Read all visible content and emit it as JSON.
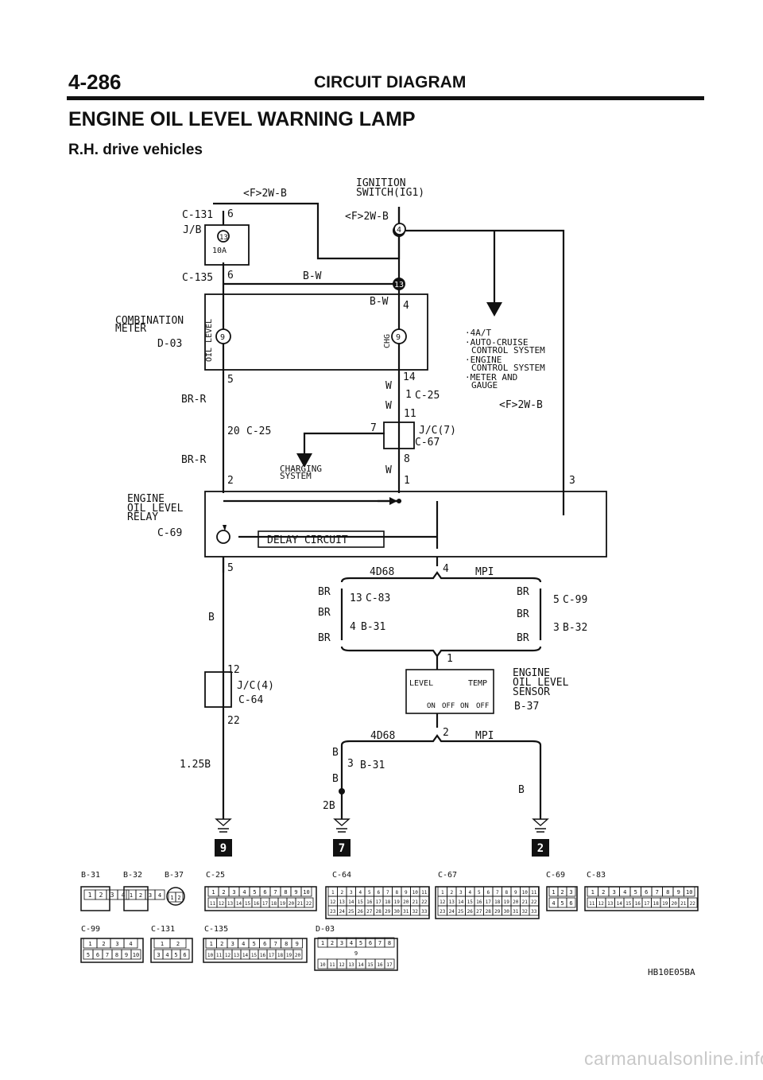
{
  "header": {
    "page_number": "4-286",
    "section": "CIRCUIT DIAGRAM",
    "title": "ENGINE OIL LEVEL WARNING LAMP",
    "subtitle": "R.H. drive vehicles"
  },
  "labels": {
    "f2wb_top": "<F>2W-B",
    "ignition_1": "IGNITION",
    "ignition_2": "SWITCH(IG1)",
    "c131": "C-131",
    "pin6_top": "6",
    "jb": "J/B",
    "fuse_num": "13",
    "fuse_amp": "10A",
    "f2wb_ign": "<F>2W-B",
    "ign_pin": "4",
    "c135": "C-135",
    "pin6_b": "6",
    "bw1": "B-W",
    "bw_junction": "13",
    "bw2": "B-W",
    "pin4": "4",
    "cm_1": "COMBINATION",
    "cm_2": "METER",
    "d03": "D-03",
    "oil_level": "OIL LEVEL",
    "chg": "CHG",
    "lamp9_l": "9",
    "lamp9_r": "9",
    "list_1": "·4A/T",
    "list_2": "·AUTO-CRUISE",
    "list_3": "CONTROL SYSTEM",
    "list_4": "·ENGINE",
    "list_5": "CONTROL SYSTEM",
    "list_6": "·METER AND",
    "list_7": "GAUGE",
    "pin5": "5",
    "pin14": "14",
    "w1": "W",
    "brr1": "BR-R",
    "pin1": "1",
    "c25a": "C-25",
    "f2wb_right": "<F>2W-B",
    "w2": "W",
    "pin11": "11",
    "pin7": "7",
    "jc7": "J/C(7)",
    "pin20": "20",
    "c25b": "C-25",
    "c67": "C-67",
    "brr2": "BR-R",
    "charging_1": "CHARGING",
    "charging_2": "SYSTEM",
    "pin8": "8",
    "w3": "W",
    "pin2": "2",
    "pin1b": "1",
    "pin3": "3",
    "relay_1": "ENGINE",
    "relay_2": "OIL LEVEL",
    "relay_3": "RELAY",
    "c69": "C-69",
    "delay_circuit": "DELAY CIRCUIT",
    "pin5b": "5",
    "b_left": "B",
    "e4d68_a": "4D68",
    "pin4b": "4",
    "mpi_a": "MPI",
    "br1": "BR",
    "pin13": "13",
    "c83": "C-83",
    "br2": "BR",
    "pin5c": "5",
    "c99": "C-99",
    "br3": "BR",
    "br4": "BR",
    "br5": "BR",
    "pin4c": "4",
    "b31a": "B-31",
    "pin3b": "3",
    "b32": "B-32",
    "br6": "BR",
    "pin12": "12",
    "jc4": "J/C(4)",
    "c64": "C-64",
    "pin22": "22",
    "pin1c": "1",
    "level": "LEVEL",
    "temp": "TEMP",
    "on1": "ON",
    "off1": "OFF",
    "on2": "ON",
    "off2": "OFF",
    "sensor_1": "ENGINE",
    "sensor_2": "OIL LEVEL",
    "sensor_3": "SENSOR",
    "b37": "B-37",
    "e4d68_b": "4D68",
    "pin2b": "2",
    "mpi_b": "MPI",
    "b_sens1": "B",
    "pin3c": "3",
    "b31b": "B-31",
    "b_sens2": "B",
    "b_right": "B",
    "w125b": "1.25B",
    "w2b": "2B",
    "gnd9": "9",
    "gnd7": "7",
    "gnd2": "2",
    "ref_code": "HB10E05BA"
  },
  "connectors": {
    "b31": "B-31",
    "b32": "B-32",
    "b37": "B-37",
    "c25": "C-25",
    "c64": "C-64",
    "c67": "C-67",
    "c69": "C-69",
    "c83": "C-83",
    "c99": "C-99",
    "c131": "C-131",
    "c135": "C-135",
    "d03": "D-03",
    "b31_pins": [
      "1",
      "2",
      "3",
      "4"
    ],
    "b32_pins": [
      "1",
      "2",
      "3",
      "4"
    ],
    "b37_pins": [
      "1",
      "2"
    ],
    "c25_top": [
      "1",
      "2",
      "3",
      "4",
      "5",
      "6",
      "7",
      "8",
      "9",
      "10"
    ],
    "c25_bot": [
      "11",
      "12",
      "13",
      "14",
      "15",
      "16",
      "17",
      "18",
      "19",
      "20",
      "21",
      "22"
    ],
    "c64_r1": [
      "1",
      "2",
      "3",
      "4",
      "5",
      "6",
      "7",
      "8",
      "9",
      "10",
      "11"
    ],
    "c64_r2": [
      "12",
      "13",
      "14",
      "15",
      "16",
      "17",
      "18",
      "19",
      "20",
      "21",
      "22"
    ],
    "c64_r3": [
      "23",
      "24",
      "25",
      "26",
      "27",
      "28",
      "29",
      "30",
      "31",
      "32",
      "33"
    ],
    "c67_r1": [
      "1",
      "2",
      "3",
      "4",
      "5",
      "6",
      "7",
      "8",
      "9",
      "10",
      "11"
    ],
    "c67_r2": [
      "12",
      "13",
      "14",
      "15",
      "16",
      "17",
      "18",
      "19",
      "20",
      "21",
      "22"
    ],
    "c67_r3": [
      "23",
      "24",
      "25",
      "26",
      "27",
      "28",
      "29",
      "30",
      "31",
      "32",
      "33"
    ],
    "c69_top": [
      "1",
      "2",
      "3"
    ],
    "c69_bot": [
      "4",
      "5",
      "6"
    ],
    "c83_top": [
      "1",
      "2",
      "3",
      "4",
      "5",
      "6",
      "7",
      "8",
      "9",
      "10"
    ],
    "c83_bot": [
      "11",
      "12",
      "13",
      "14",
      "15",
      "16",
      "17",
      "18",
      "19",
      "20",
      "21",
      "22"
    ],
    "c99_top": [
      "1",
      "2",
      "3",
      "4"
    ],
    "c99_bot": [
      "5",
      "6",
      "7",
      "8",
      "9",
      "10"
    ],
    "c131_top": [
      "1",
      "2"
    ],
    "c131_bot": [
      "3",
      "4",
      "5",
      "6"
    ],
    "c135_top": [
      "1",
      "2",
      "3",
      "4",
      "5",
      "6",
      "7",
      "8",
      "9"
    ],
    "c135_bot": [
      "10",
      "11",
      "12",
      "13",
      "14",
      "15",
      "16",
      "17",
      "18",
      "19",
      "20"
    ],
    "d03_top": [
      "1",
      "2",
      "3",
      "4",
      "5",
      "6",
      "7",
      "8"
    ],
    "d03_mid": "9",
    "d03_bot": [
      "10",
      "11",
      "12",
      "13",
      "14",
      "15",
      "16",
      "17"
    ]
  },
  "watermark": "carmanualsonline.info"
}
